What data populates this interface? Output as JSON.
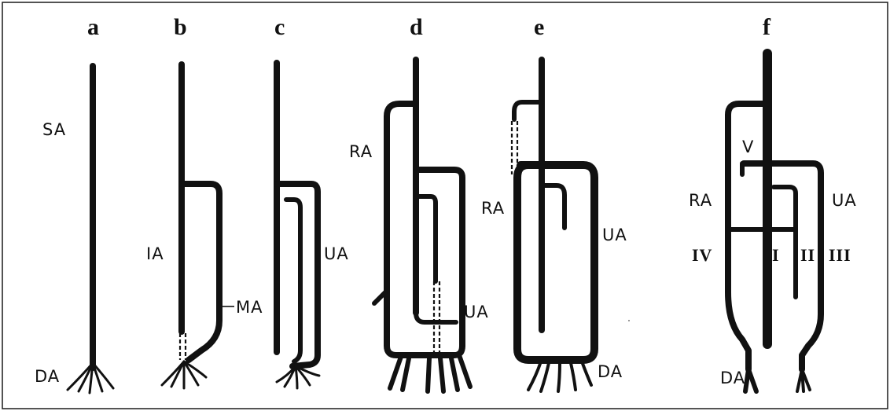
{
  "panels": {
    "a": {
      "letter": "a",
      "labels": {
        "sa": "SA",
        "da": "DA"
      }
    },
    "b": {
      "letter": "b",
      "labels": {
        "ia": "IA",
        "ma": "MA"
      }
    },
    "c": {
      "letter": "c",
      "labels": {
        "ua": "UA"
      }
    },
    "d": {
      "letter": "d",
      "labels": {
        "ra": "RA",
        "ua": "UA"
      }
    },
    "e": {
      "letter": "e",
      "labels": {
        "ra": "RA",
        "ua": "UA",
        "da": "DA"
      }
    },
    "f": {
      "letter": "f",
      "labels": {
        "ra": "RA",
        "ua": "UA",
        "da": "DA",
        "v": "V",
        "iv": "IV",
        "i": "I",
        "ii": "II",
        "iii": "III"
      }
    }
  },
  "colors": {
    "vessel": "#111111",
    "background": "#ffffff",
    "frame": "#1a1a1a"
  }
}
